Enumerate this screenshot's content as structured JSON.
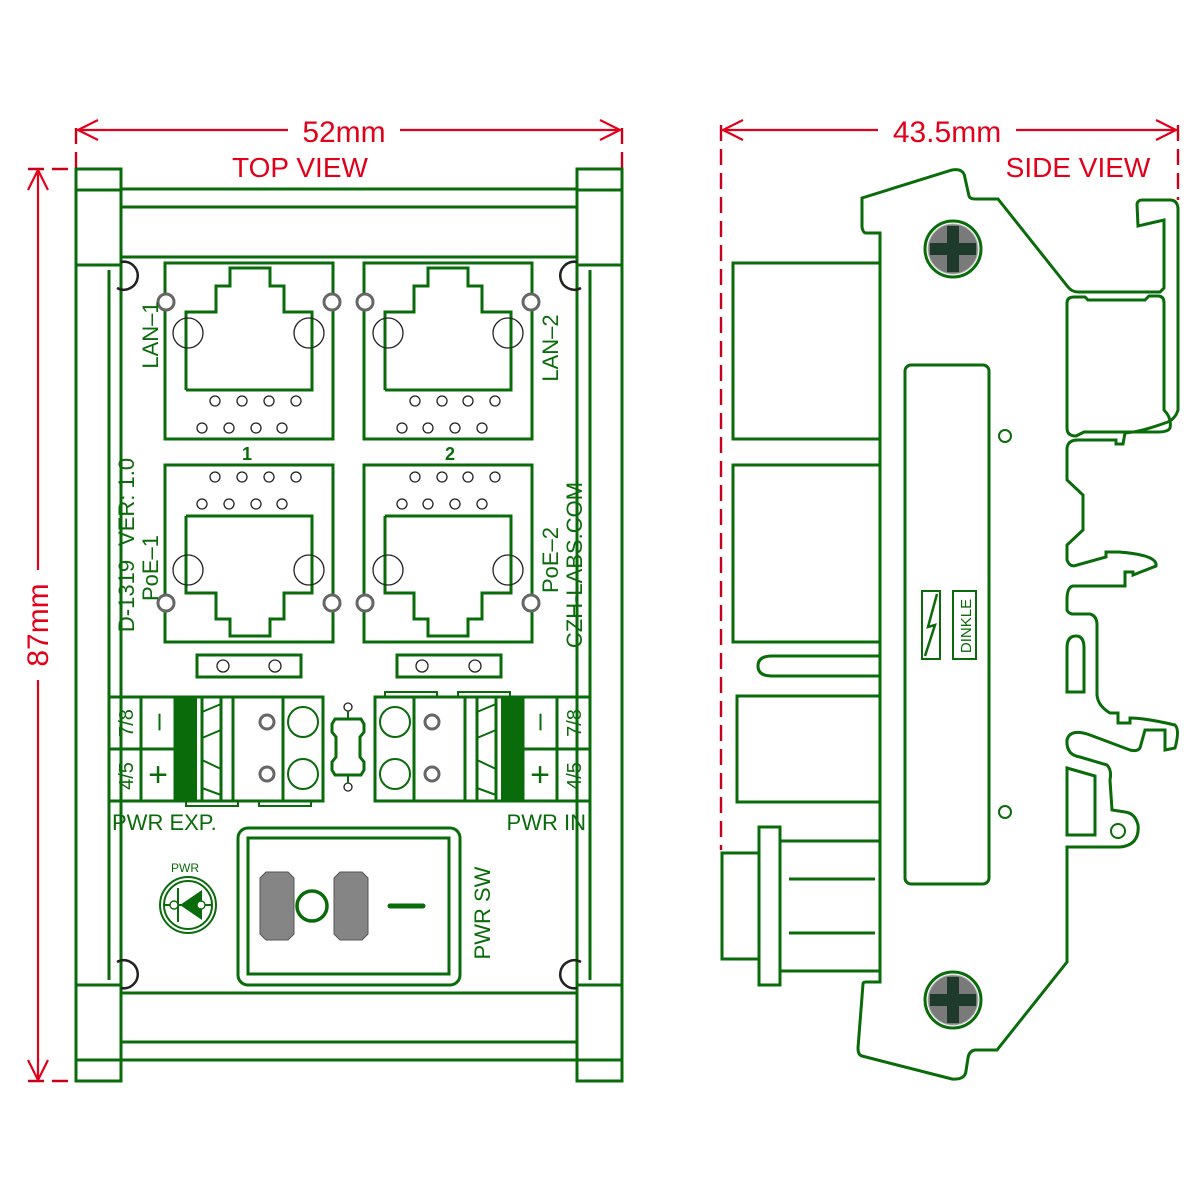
{
  "dimensions": {
    "width_top": "52mm",
    "height_top": "87mm",
    "width_side": "43.5mm"
  },
  "views": {
    "top": "TOP VIEW",
    "side": "SIDE VIEW"
  },
  "board": {
    "part_number": "D-1319",
    "version": "VER: 1.0",
    "website": "CZH-LABS.COM"
  },
  "ports": {
    "lan1": "LAN–1",
    "lan2": "LAN–2",
    "poe1": "PoE–1",
    "poe2": "PoE–2",
    "channel1": "1",
    "channel2": "2"
  },
  "terminals": {
    "exp_label": "PWR  EXP.",
    "in_label": "PWR  IN",
    "pair_top": "7/8",
    "pair_bottom": "4/5",
    "minus": "–",
    "plus": "+"
  },
  "power": {
    "led_label": "PWR",
    "switch_label": "PWR  SW"
  },
  "side": {
    "brand": "DINKLE"
  },
  "colors": {
    "outline": "#0a6b0a",
    "dimension": "#e2001a",
    "screw": "#808080"
  }
}
